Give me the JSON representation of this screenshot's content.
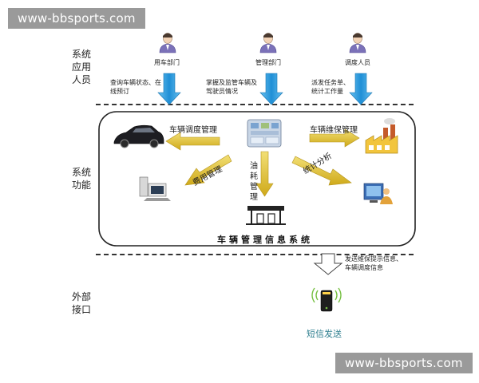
{
  "watermark": {
    "top": "www-bbsports.com",
    "bottom": "www-bbsports.com"
  },
  "sections": {
    "users": "系统应用人员",
    "functions": "系统功能",
    "external": "外部接口"
  },
  "roles": [
    {
      "label": "用车部门",
      "desc": "查询车辆状态、在线预订"
    },
    {
      "label": "管理部门",
      "desc": "掌握及监管车辆及驾驶员情况"
    },
    {
      "label": "调度人员",
      "desc": "派发任务单、统计工作量"
    }
  ],
  "functions": {
    "dispatch": "车辆调度管理",
    "maintenance": "车辆维保管理",
    "cost": "费用管理",
    "fuel": "油耗管理",
    "stats": "统计分析"
  },
  "system_title": "车辆管理信息系统",
  "external": {
    "send_note": "发送维保提示信息、车辆调度信息",
    "sms": "短信发送"
  },
  "colors": {
    "blue_arrow": "#1f8fd6",
    "yellow_arrow": "#d9b824",
    "sms_text": "#2f7f8f",
    "watermark_bg": "#9a9a9a"
  },
  "icons": [
    "person-icon",
    "car-icon",
    "factory-icon",
    "computer-icon",
    "monitor-user-icon",
    "gas-station-icon",
    "server-icon",
    "wireless-device-icon"
  ]
}
